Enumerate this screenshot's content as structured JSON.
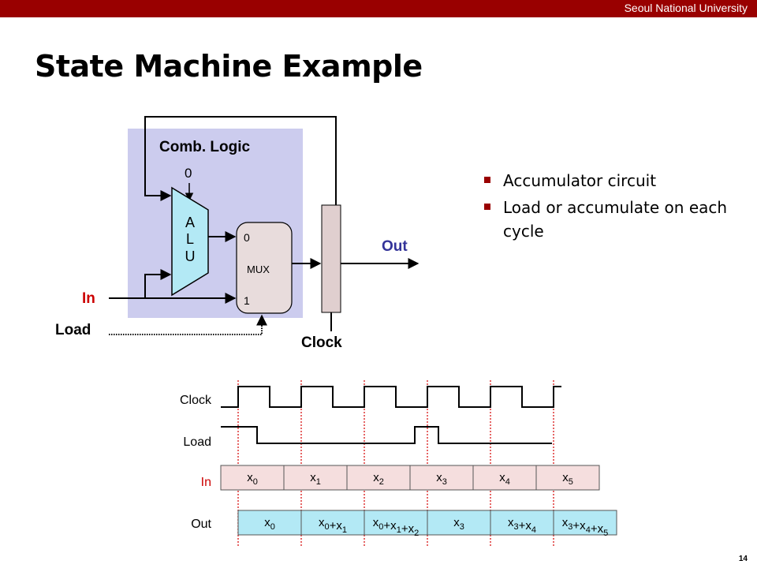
{
  "header": {
    "university": "Seoul National University"
  },
  "slide": {
    "title": "State Machine Example",
    "page_number": "14"
  },
  "bullets": [
    "Accumulator circuit",
    "Load or accumulate on each cycle"
  ],
  "circuit": {
    "comb_logic_label": "Comb. Logic",
    "alu_const": "0",
    "alu_letters": [
      "A",
      "L",
      "U"
    ],
    "mux_label": "MUX",
    "mux_in0": "0",
    "mux_in1": "1",
    "in_label": "In",
    "load_label": "Load",
    "out_label": "Out",
    "clock_label": "Clock",
    "colors": {
      "comb_logic": "#ccccee",
      "alu": "#b3e9f5",
      "mux": "#e8dcdc",
      "register": "#e0cfcf",
      "accent_text": "#cc0000",
      "out_text": "#333399"
    }
  },
  "timing": {
    "rows": [
      "Clock",
      "Load",
      "In",
      "Out"
    ],
    "in_cells": [
      {
        "base": "x",
        "sub": "0"
      },
      {
        "base": "x",
        "sub": "1"
      },
      {
        "base": "x",
        "sub": "2"
      },
      {
        "base": "x",
        "sub": "3"
      },
      {
        "base": "x",
        "sub": "4"
      },
      {
        "base": "x",
        "sub": "5"
      }
    ],
    "out_cells": [
      [
        {
          "b": "x",
          "s": "0"
        }
      ],
      [
        {
          "b": "x",
          "s": "0"
        },
        {
          "b": "+x",
          "s": "1"
        }
      ],
      [
        {
          "b": "x",
          "s": "0"
        },
        {
          "b": "+x",
          "s": "1"
        },
        {
          "b": "+x",
          "s": "2"
        }
      ],
      [
        {
          "b": "x",
          "s": "3"
        }
      ],
      [
        {
          "b": "x",
          "s": "3"
        },
        {
          "b": "+x",
          "s": "4"
        }
      ],
      [
        {
          "b": "x",
          "s": "3"
        },
        {
          "b": "+x",
          "s": "4"
        },
        {
          "b": "+x",
          "s": "5"
        }
      ]
    ],
    "colors": {
      "in_fill": "#f5dede",
      "out_fill": "#b3e9f5",
      "in_label": "#cc0000",
      "edge_marker": "#dd3333"
    }
  }
}
